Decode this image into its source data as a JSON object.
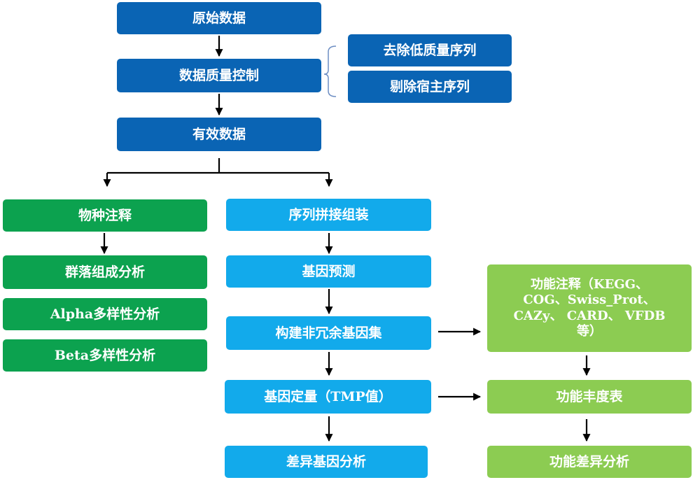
{
  "pipeline": {
    "raw_data": "原始数据",
    "qc": "数据质量控制",
    "remove_low_quality": "去除低质量序列",
    "remove_host": "剔除宿主序列",
    "valid_data": "有效数据"
  },
  "species_branch": {
    "annotation": "物种注释",
    "community": "群落组成分析",
    "alpha": "Alpha多样性分析",
    "beta": "Beta多样性分析"
  },
  "gene_branch": {
    "assembly": "序列拼接组装",
    "prediction": "基因预测",
    "nr_gene_set": "构建非冗余基因集",
    "quantification": "基因定量（TMP值）",
    "diff_genes": "差异基因分析"
  },
  "function_branch": {
    "annotation": "功能注释（KEGG、\nCOG、Swiss_Prot、\nCAZy、 CARD、 VFDB\n等）",
    "abundance_table": "功能丰度表",
    "diff_function": "功能差异分析"
  },
  "colors": {
    "qc_blue": "#0a64b4",
    "species_green": "#0ca24f",
    "gene_lightblue": "#12aaeb",
    "function_lime": "#8ccc52"
  }
}
